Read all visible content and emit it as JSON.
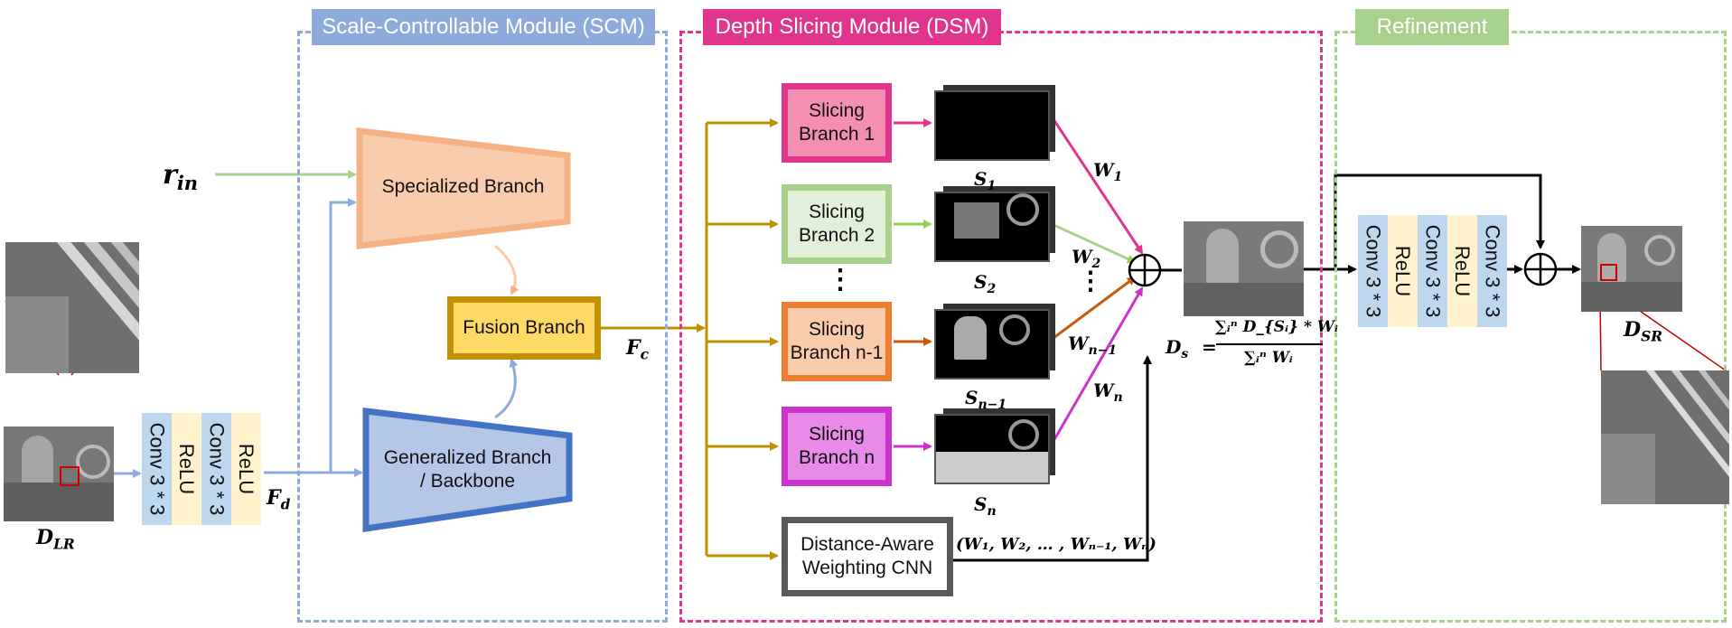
{
  "regions": {
    "scm": {
      "label": "Scale-Controllable Module (SCM)",
      "color": "#8eaadb"
    },
    "dsm": {
      "label": "Depth Slicing Module (DSM)",
      "color": "#e0358a"
    },
    "refine": {
      "label": "Refinement",
      "color": "#a9d18e"
    }
  },
  "blocks": {
    "specialized": "Specialized Branch",
    "generalized": "Generalized Branch\n/ Backbone",
    "fusion": "Fusion Branch",
    "slice1": "Slicing\nBranch 1",
    "slice2": "Slicing\nBranch 2",
    "slicen1": "Slicing\nBranch n-1",
    "slicen": "Slicing\nBranch n",
    "weighting": "Distance-Aware\nWeighting CNN"
  },
  "layers": {
    "conv": "Conv 3 * 3",
    "relu": "ReLU"
  },
  "math": {
    "r_in_base": "r",
    "r_in_sub": "in",
    "d_lr_base": "D",
    "d_lr_sub": "LR",
    "f_d_base": "F",
    "f_d_sub": "d",
    "f_c_base": "F",
    "f_c_sub": "c",
    "s": "S",
    "s1_sub": "1",
    "s2_sub": "2",
    "sn1_sub": "n−1",
    "sn_sub": "n",
    "w": "W",
    "w1_sub": "1",
    "w2_sub": "2",
    "wn1_sub": "n−1",
    "wn_sub": "n",
    "weights_tuple": "(W₁, W₂, … , Wₙ₋₁, Wₙ)",
    "ds_base": "D",
    "ds_sub": "s",
    "ds_eq": "=",
    "numerator": "∑ᵢⁿ D_{Sᵢ} * Wᵢ",
    "denominator": "∑ᵢⁿ Wᵢ",
    "d_sr_base": "D",
    "d_sr_sub": "SR",
    "dots": "⋮"
  },
  "colors": {
    "green_arrow": "#a9d18e",
    "blue_arrow": "#8eaadb",
    "gold_arrow": "#bf9000",
    "orange_arrow": "#c55a11",
    "pink_arrow": "#e0358a",
    "magenta_arrow": "#cc33cc",
    "conv_fill": "#bdd7ee",
    "relu_fill": "#fff2cc"
  }
}
